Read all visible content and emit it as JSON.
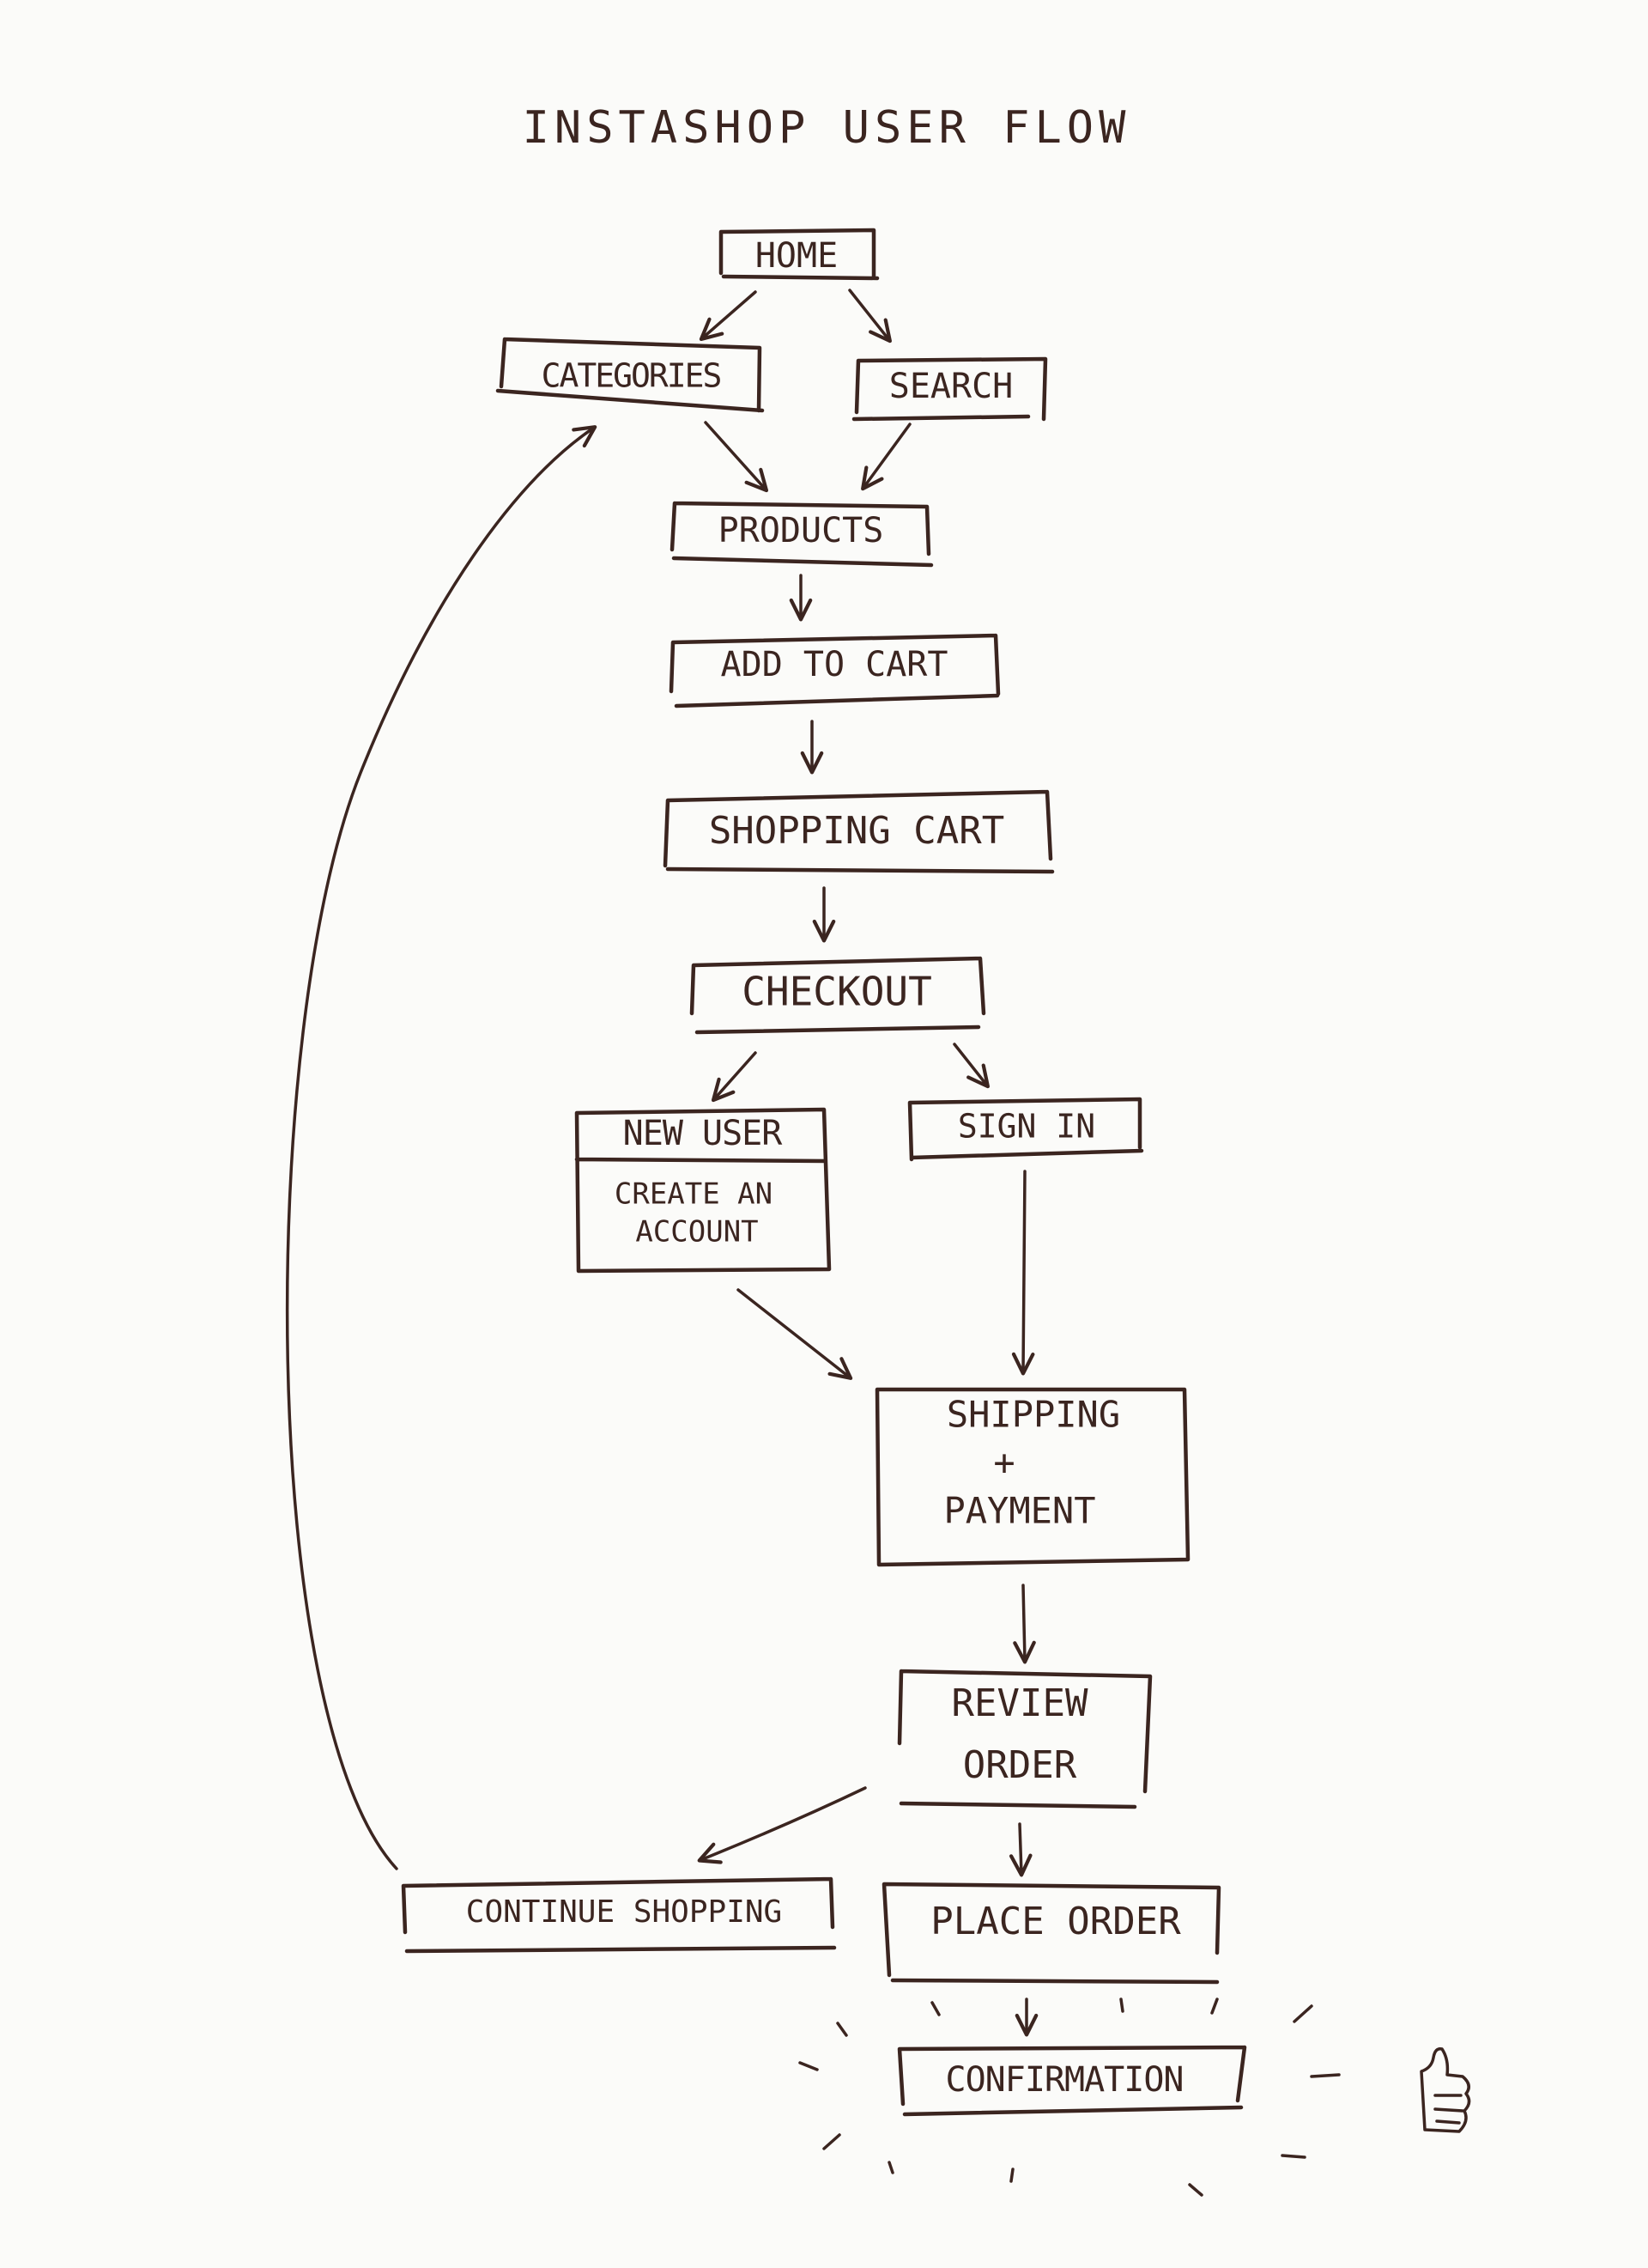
{
  "title": "INSTASHOP USER FLOW",
  "nodes": {
    "home": "HOME",
    "categories": "CATEGORIES",
    "search": "SEARCH",
    "products": "PRODUCTS",
    "add_to_cart": "ADD TO CART",
    "shopping_cart": "SHOPPING CART",
    "checkout": "CHECKOUT",
    "new_user": "NEW USER",
    "create_account_1": "CREATE AN",
    "create_account_2": "ACCOUNT",
    "sign_in": "SIGN IN",
    "shipping_1": "SHIPPING",
    "shipping_2": "+",
    "shipping_3": "PAYMENT",
    "review_1": "REVIEW",
    "review_2": "ORDER",
    "continue_shopping": "CONTINUE SHOPPING",
    "place_order": "PLACE ORDER",
    "confirmation": "CONFIRMATION"
  },
  "colors": {
    "ink": "#3b2520",
    "paper": "#fbfbf9"
  },
  "icons": {
    "thumbs_up": "thumbs-up-icon"
  }
}
